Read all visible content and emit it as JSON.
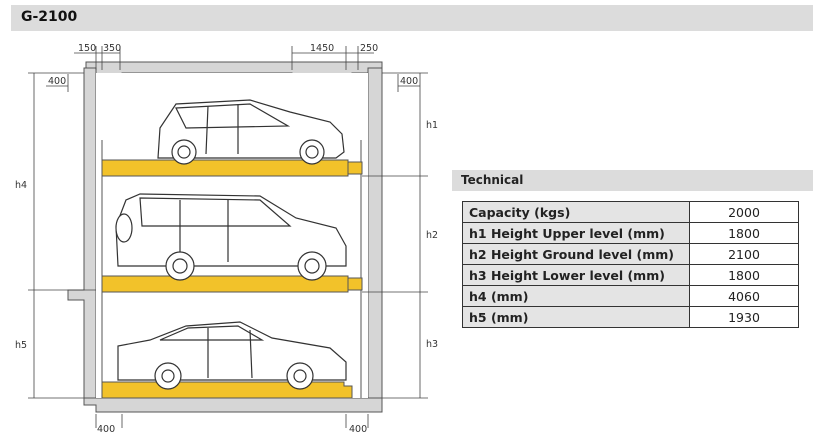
{
  "title": "G-2100",
  "technical": {
    "heading": "Technical",
    "rows": [
      {
        "label": "Capacity (kgs)",
        "value": "2000"
      },
      {
        "label": "h1 Height Upper level (mm)",
        "value": "1800"
      },
      {
        "label": "h2 Height Ground level (mm)",
        "value": "2100"
      },
      {
        "label": "h3 Height Lower level (mm)",
        "value": "1800"
      },
      {
        "label": "h4 (mm)",
        "value": "4060"
      },
      {
        "label": "h5 (mm)",
        "value": "1930"
      }
    ]
  },
  "diagram": {
    "dim_top_left_a": "150",
    "dim_top_left_b": "350",
    "dim_top_right_a": "1450",
    "dim_top_right_b": "250",
    "dim_left_400": "400",
    "dim_right_400": "400",
    "dim_bottom_left": "400",
    "dim_bottom_right": "400",
    "label_h1": "h1",
    "label_h2": "h2",
    "label_h3": "h3",
    "label_h4": "h4",
    "label_h5": "h5"
  },
  "colors": {
    "platform": "#f2c22a",
    "wall": "#d6d6d6",
    "header": "#dcdcdc"
  }
}
